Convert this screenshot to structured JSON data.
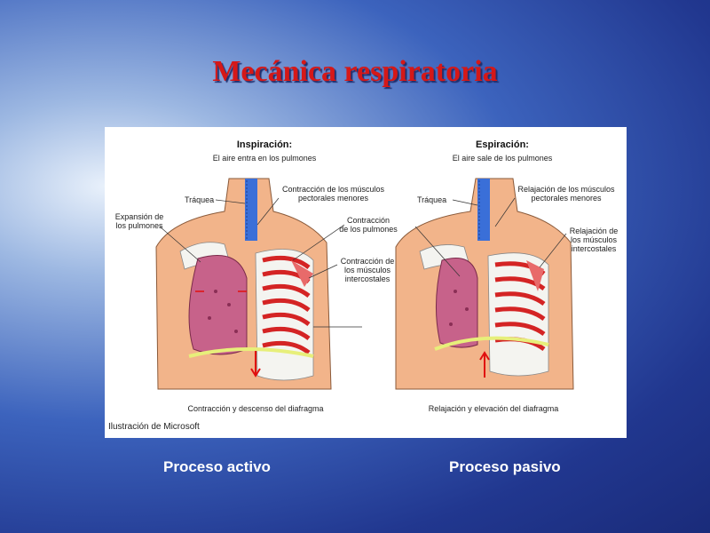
{
  "slide": {
    "title": "Mecánica respiratoria",
    "captions": {
      "left": "Proceso activo",
      "right": "Proceso pasivo"
    }
  },
  "diagram": {
    "credit": "Ilustración de Microsoft",
    "inspiration": {
      "heading": "Inspiración:",
      "subheading": "El aire entra en los pulmones",
      "labels": {
        "trachea": "Tráquea",
        "lung_expansion": "Expansión de\nlos pulmones",
        "pectoral": "Contracción de los músculos\npectorales menores",
        "lung_contraction": "Contracción\nde los pulmones",
        "intercostal": "Contracción de\nlos músculos\nintercostales",
        "diaphragm": "Contracción y descenso del diafragma"
      },
      "diaphragm_arrow": "down"
    },
    "expiration": {
      "heading": "Espiración:",
      "subheading": "El aire sale de los pulmones",
      "labels": {
        "trachea": "Tráquea",
        "pectoral": "Relajación de los músculos\npectorales menores",
        "intercostal": "Relajación de\nlos músculos\nintercostales",
        "diaphragm": "Relajación y elevación del diafragma"
      },
      "diaphragm_arrow": "up"
    },
    "colors": {
      "skin": "#f2b48a",
      "lung": "#c7628a",
      "trachea": "#3a6fd8",
      "muscle": "#d42424",
      "diaphragm": "#e7ef7a",
      "title": "#d51818"
    }
  }
}
